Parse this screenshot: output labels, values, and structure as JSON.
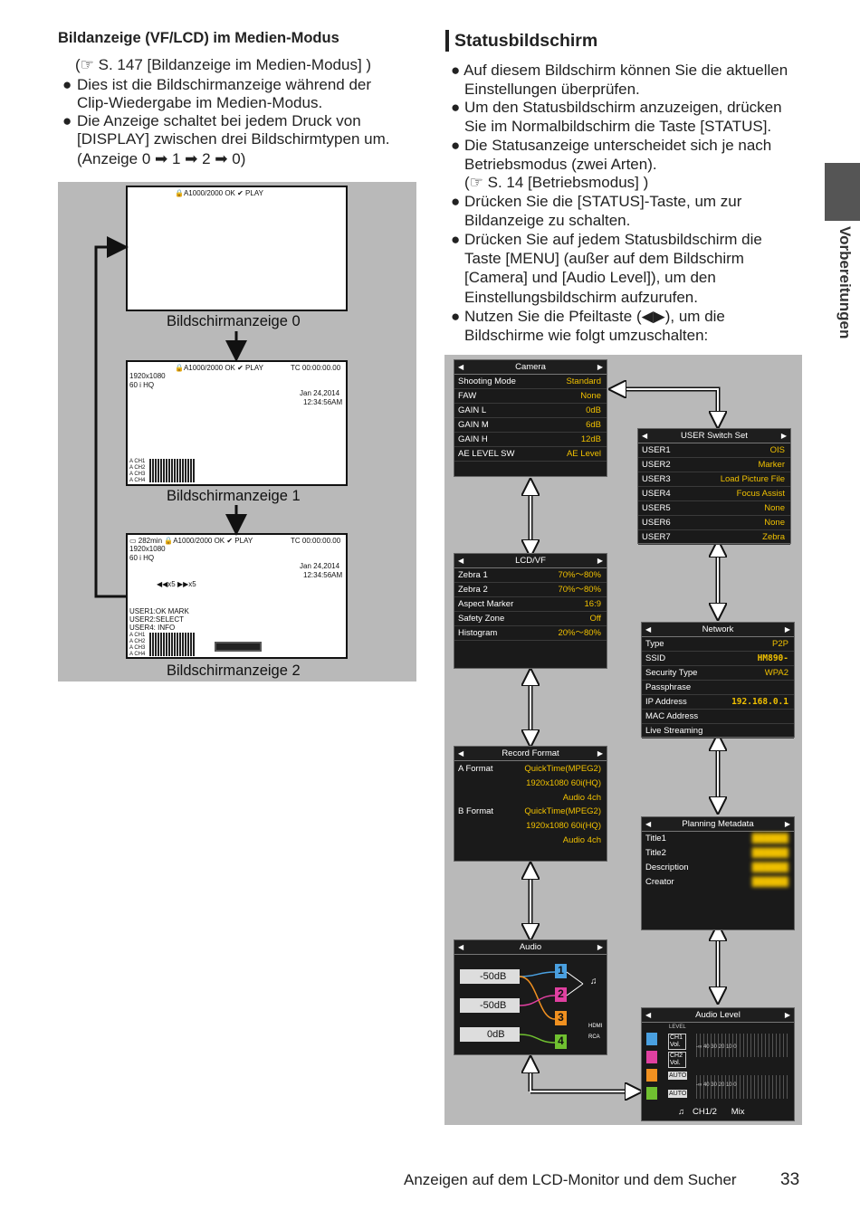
{
  "left": {
    "heading": "Bildanzeige (VF/LCD) im Medien-Modus",
    "ref": "(☞ S. 147 [Bildanzeige im Medien-Modus] )",
    "bullets": [
      [
        "Dies ist die Bildschirmanzeige während der",
        "Clip-Wiedergabe im Medien-Modus."
      ],
      [
        "Die Anzeige schaltet bei jedem Druck von",
        "[DISPLAY] zwischen drei Bildschirmtypen um.",
        "(Anzeige 0 ➡ 1 ➡ 2 ➡ 0)"
      ]
    ],
    "screens": {
      "s0": {
        "top": "🔒A1000/2000 OK ✔  PLAY",
        "caption": "Bildschirmanzeige 0"
      },
      "s1": {
        "top": "🔒A1000/2000 OK ✔  PLAY",
        "tc": "TC 00:00:00.00",
        "res": "1920x1080",
        "fmt": "60 i   HQ",
        "date": "Jan 24,2014",
        "time": "12:34:56AM",
        "ch": [
          "A CH1",
          "A CH2",
          "A CH3",
          "A CH4"
        ],
        "caption": "Bildschirmanzeige 1"
      },
      "s2": {
        "top": "▭ 282min 🔒A1000/2000 OK ✔  PLAY",
        "tc": "TC 00:00:00.00",
        "res": "1920x1080",
        "fmt": "60 i   HQ",
        "date": "Jan 24,2014",
        "time": "12:34:56AM",
        "ctrl": "◀◀x5 ▶▶x5",
        "u1": "USER1:OK MARK",
        "u2": "USER2:SELECT",
        "u4": "USER4: INFO",
        "ch": [
          "A CH1",
          "A CH2",
          "A CH3",
          "A CH4"
        ],
        "caption": "Bildschirmanzeige 2"
      }
    }
  },
  "right": {
    "heading": "Statusbildschirm",
    "lines": [
      {
        "b": true,
        "t": "Auf diesem Bildschirm können Sie die aktuellen"
      },
      {
        "b": false,
        "t": "Einstellungen überprüfen."
      },
      {
        "b": true,
        "t": "Um den Statusbildschirm anzuzeigen, drücken"
      },
      {
        "b": false,
        "t": "Sie im Normalbildschirm die Taste [STATUS]."
      },
      {
        "b": true,
        "t": "Die Statusanzeige unterscheidet sich je nach"
      },
      {
        "b": false,
        "t": "Betriebsmodus (zwei Arten)."
      },
      {
        "b": false,
        "t": "(☞ S. 14 [Betriebsmodus] )"
      },
      {
        "b": true,
        "t": "Drücken Sie die [STATUS]-Taste, um zur"
      },
      {
        "b": false,
        "t": "Bildanzeige zu schalten."
      },
      {
        "b": true,
        "t": "Drücken Sie auf jedem Statusbildschirm die"
      },
      {
        "b": false,
        "t": "Taste [MENU] (außer auf dem Bildschirm"
      },
      {
        "b": false,
        "t": "[Camera] und [Audio Level]), um den"
      },
      {
        "b": false,
        "t": "Einstellungsbildschirm aufzurufen."
      },
      {
        "b": true,
        "t": "Nutzen Sie die Pfeiltaste (◀▶), um die"
      },
      {
        "b": false,
        "t": "Bildschirme wie folgt umzuschalten:"
      }
    ],
    "panels": {
      "camera": {
        "title": "Camera",
        "rows": [
          [
            "Shooting Mode",
            "Standard"
          ],
          [
            "FAW",
            "None"
          ],
          [
            "GAIN L",
            "0dB"
          ],
          [
            "GAIN M",
            "6dB"
          ],
          [
            "GAIN H",
            "12dB"
          ],
          [
            "AE LEVEL SW",
            "AE Level"
          ]
        ]
      },
      "user": {
        "title": "USER Switch Set",
        "rows": [
          [
            "USER1",
            "OIS"
          ],
          [
            "USER2",
            "Marker"
          ],
          [
            "USER3",
            "Load Picture File"
          ],
          [
            "USER4",
            "Focus Assist"
          ],
          [
            "USER5",
            "None"
          ],
          [
            "USER6",
            "None"
          ],
          [
            "USER7",
            "Zebra"
          ]
        ]
      },
      "lcd": {
        "title": "LCD/VF",
        "rows": [
          [
            "Zebra 1",
            "70%～80%"
          ],
          [
            "Zebra 2",
            "70%～80%"
          ],
          [
            "Aspect Marker",
            "16:9"
          ],
          [
            "Safety Zone",
            "Off"
          ],
          [
            "Histogram",
            "20%～80%"
          ]
        ]
      },
      "network": {
        "title": "Network",
        "rows": [
          [
            "Type",
            "P2P"
          ],
          [
            "SSID",
            "HM890-"
          ],
          [
            "Security Type",
            "WPA2"
          ],
          [
            "Passphrase",
            ""
          ],
          [
            "IP Address",
            "192.168.0.1"
          ],
          [
            "MAC Address",
            ""
          ],
          [
            "Live Streaming",
            ""
          ]
        ]
      },
      "record": {
        "title": "Record Format",
        "aformat": "A Format",
        "bformat": "B Format",
        "v1": "QuickTime(MPEG2)",
        "v2": "1920x1080    60i(HQ)",
        "v3": "Audio    4ch"
      },
      "planning": {
        "title": "Planning Metadata",
        "rows": [
          "Title1",
          "Title2",
          "Description",
          "Creator"
        ]
      },
      "audio": {
        "title": "Audio",
        "in1": "-50dB",
        "in2": "-50dB",
        "in3": "0dB",
        "chs": [
          "1",
          "2",
          "3",
          "4"
        ],
        "out1": "HDMI",
        "out2": "RCA"
      },
      "level": {
        "title": "Audio Level",
        "lvl": "LEVEL",
        "ch": [
          "CH1 Vol.",
          "CH2 Vol.",
          "AUTO",
          "AUTO"
        ],
        "scale": "-∞ 40 30   20   10    0",
        "foot": "CH1/2      Mix"
      }
    }
  },
  "side": "Vorbereitungen",
  "footer": {
    "text": "Anzeigen auf dem LCD-Monitor und dem Sucher",
    "page": "33"
  }
}
